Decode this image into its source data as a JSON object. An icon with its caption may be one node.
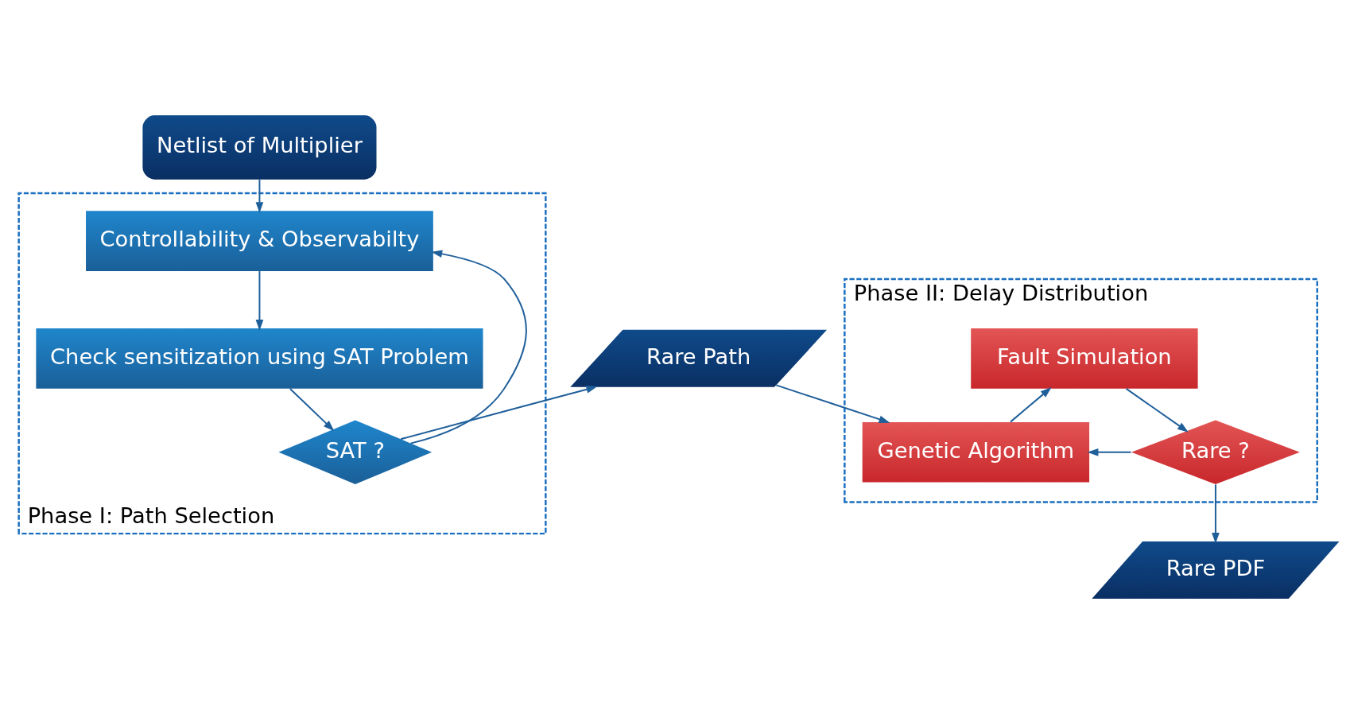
{
  "diagram": {
    "nodes": [
      {
        "text": [
          "Netlist of Multiplier"
        ]
      },
      {
        "text": [
          "Phase I: Path Selection"
        ]
      },
      {
        "text": [
          "Controllability & Observabilty"
        ],
        "in": 1
      },
      {
        "text": [
          "Check sensitization using SAT Problem"
        ],
        "in": 1
      },
      {
        "text": [
          "SAT ?"
        ],
        "in": 1
      },
      {
        "text": [
          "Rare Path"
        ]
      },
      {
        "text": [
          "Phase II: Delay Distribution"
        ]
      },
      {
        "text": [
          "Genetic Algorithm"
        ],
        "in": 6
      },
      {
        "text": [
          "Fault Simulation"
        ],
        "in": 6
      },
      {
        "text": [
          "Rare ?"
        ],
        "in": 6
      },
      {
        "text": [
          "Rare PDF"
        ]
      }
    ],
    "edges": [
      {
        "from": 0,
        "to": 2,
        "arrow": "to"
      },
      {
        "from": 2,
        "to": 3,
        "arrow": "to"
      },
      {
        "from": 3,
        "to": 4,
        "arrow": "to"
      },
      {
        "from": 4,
        "to": 2,
        "arrow": "to"
      },
      {
        "from": 4,
        "to": 5,
        "arrow": "to"
      },
      {
        "from": 5,
        "to": 7,
        "arrow": "to"
      },
      {
        "from": 7,
        "to": 8,
        "arrow": "to"
      },
      {
        "from": 8,
        "to": 9,
        "arrow": "to"
      },
      {
        "from": 9,
        "to": 7,
        "arrow": "to"
      },
      {
        "from": 9,
        "to": 10,
        "arrow": "to"
      }
    ]
  }
}
